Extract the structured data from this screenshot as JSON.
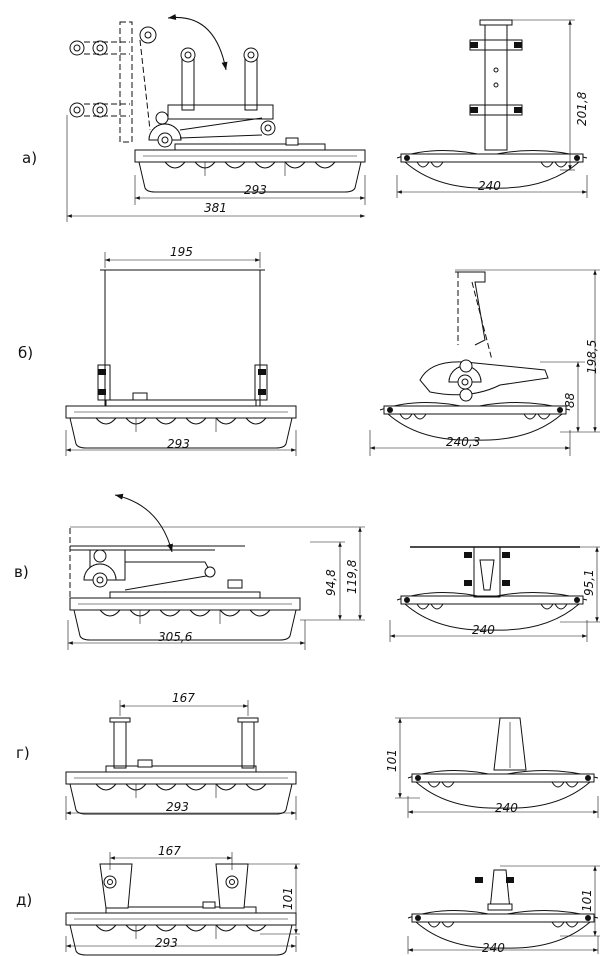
{
  "views": [
    {
      "label": "а)",
      "dims": [
        "293",
        "381",
        "240",
        "201,8"
      ]
    },
    {
      "label": "б)",
      "dims": [
        "195",
        "293",
        "240,3",
        "198,5",
        "88"
      ]
    },
    {
      "label": "в)",
      "dims": [
        "305,6",
        "94,8",
        "119,8",
        "240",
        "95,1"
      ]
    },
    {
      "label": "г)",
      "dims": [
        "167",
        "293",
        "101",
        "240"
      ]
    },
    {
      "label": "д)",
      "dims": [
        "167",
        "293",
        "101",
        "240",
        "101"
      ]
    }
  ]
}
